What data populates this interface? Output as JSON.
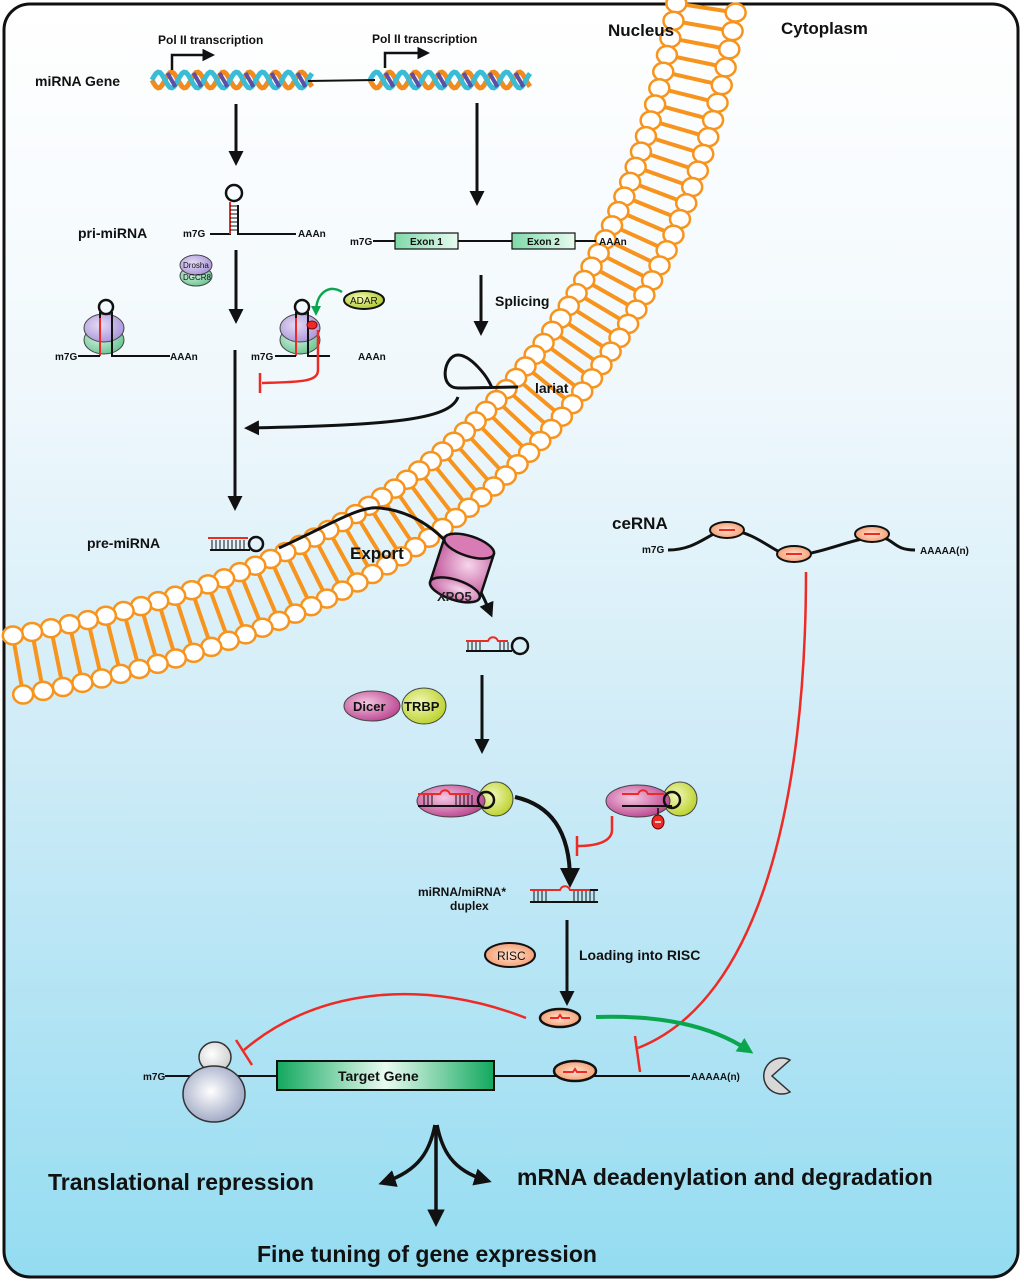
{
  "regions": {
    "nucleus": "Nucleus",
    "cytoplasm": "Cytoplasm"
  },
  "gene": {
    "label": "miRNA Gene",
    "transcription_left": "Pol II transcription",
    "transcription_right": "Pol II transcription"
  },
  "pri_mirna": {
    "label": "pri-miRNA",
    "cap": "m7G",
    "tail": "AAAn"
  },
  "host_gene": {
    "cap": "m7G",
    "exon1": "Exon 1",
    "exon2": "Exon 2",
    "tail": "AAAn",
    "splicing": "Splicing",
    "lariat": "lariat"
  },
  "microprocessor": {
    "drosha": "Drosha",
    "dgcr8": "DGCR8",
    "adar": "ADAR",
    "cap_left": "m7G",
    "tail_left": "AAAn",
    "cap_right": "m7G",
    "tail_right": "AAAn"
  },
  "pre_mirna": {
    "label": "pre-miRNA",
    "export": "Export",
    "xpo5": "XPO5"
  },
  "dicer": {
    "dicer": "Dicer",
    "trbp": "TRBP",
    "duplex_line1": "miRNA/miRNA*",
    "duplex_line2": "duplex"
  },
  "risc": {
    "label": "RISC",
    "loading": "Loading into RISC"
  },
  "cerna": {
    "label": "ceRNA",
    "cap": "m7G",
    "tail": "AAAAA(n)"
  },
  "target": {
    "cap": "m7G",
    "gene": "Target Gene",
    "tail": "AAAAA(n)"
  },
  "outcomes": {
    "translational": "Translational repression",
    "degradation": "mRNA deadenylation and degradation",
    "fine_tuning": "Fine tuning of gene expression"
  },
  "colors": {
    "membrane": "#f7941d",
    "inhibition": "#ee2a24",
    "activation": "#0aa64e",
    "drosha": "#b39ddb",
    "dgcr8": "#7fcf9f",
    "dicer": "#c7549a",
    "trbp": "#c8de3c",
    "risc": "#f6a57a",
    "exon": "#8fe0b4",
    "target_gene": "#1bb36a"
  }
}
